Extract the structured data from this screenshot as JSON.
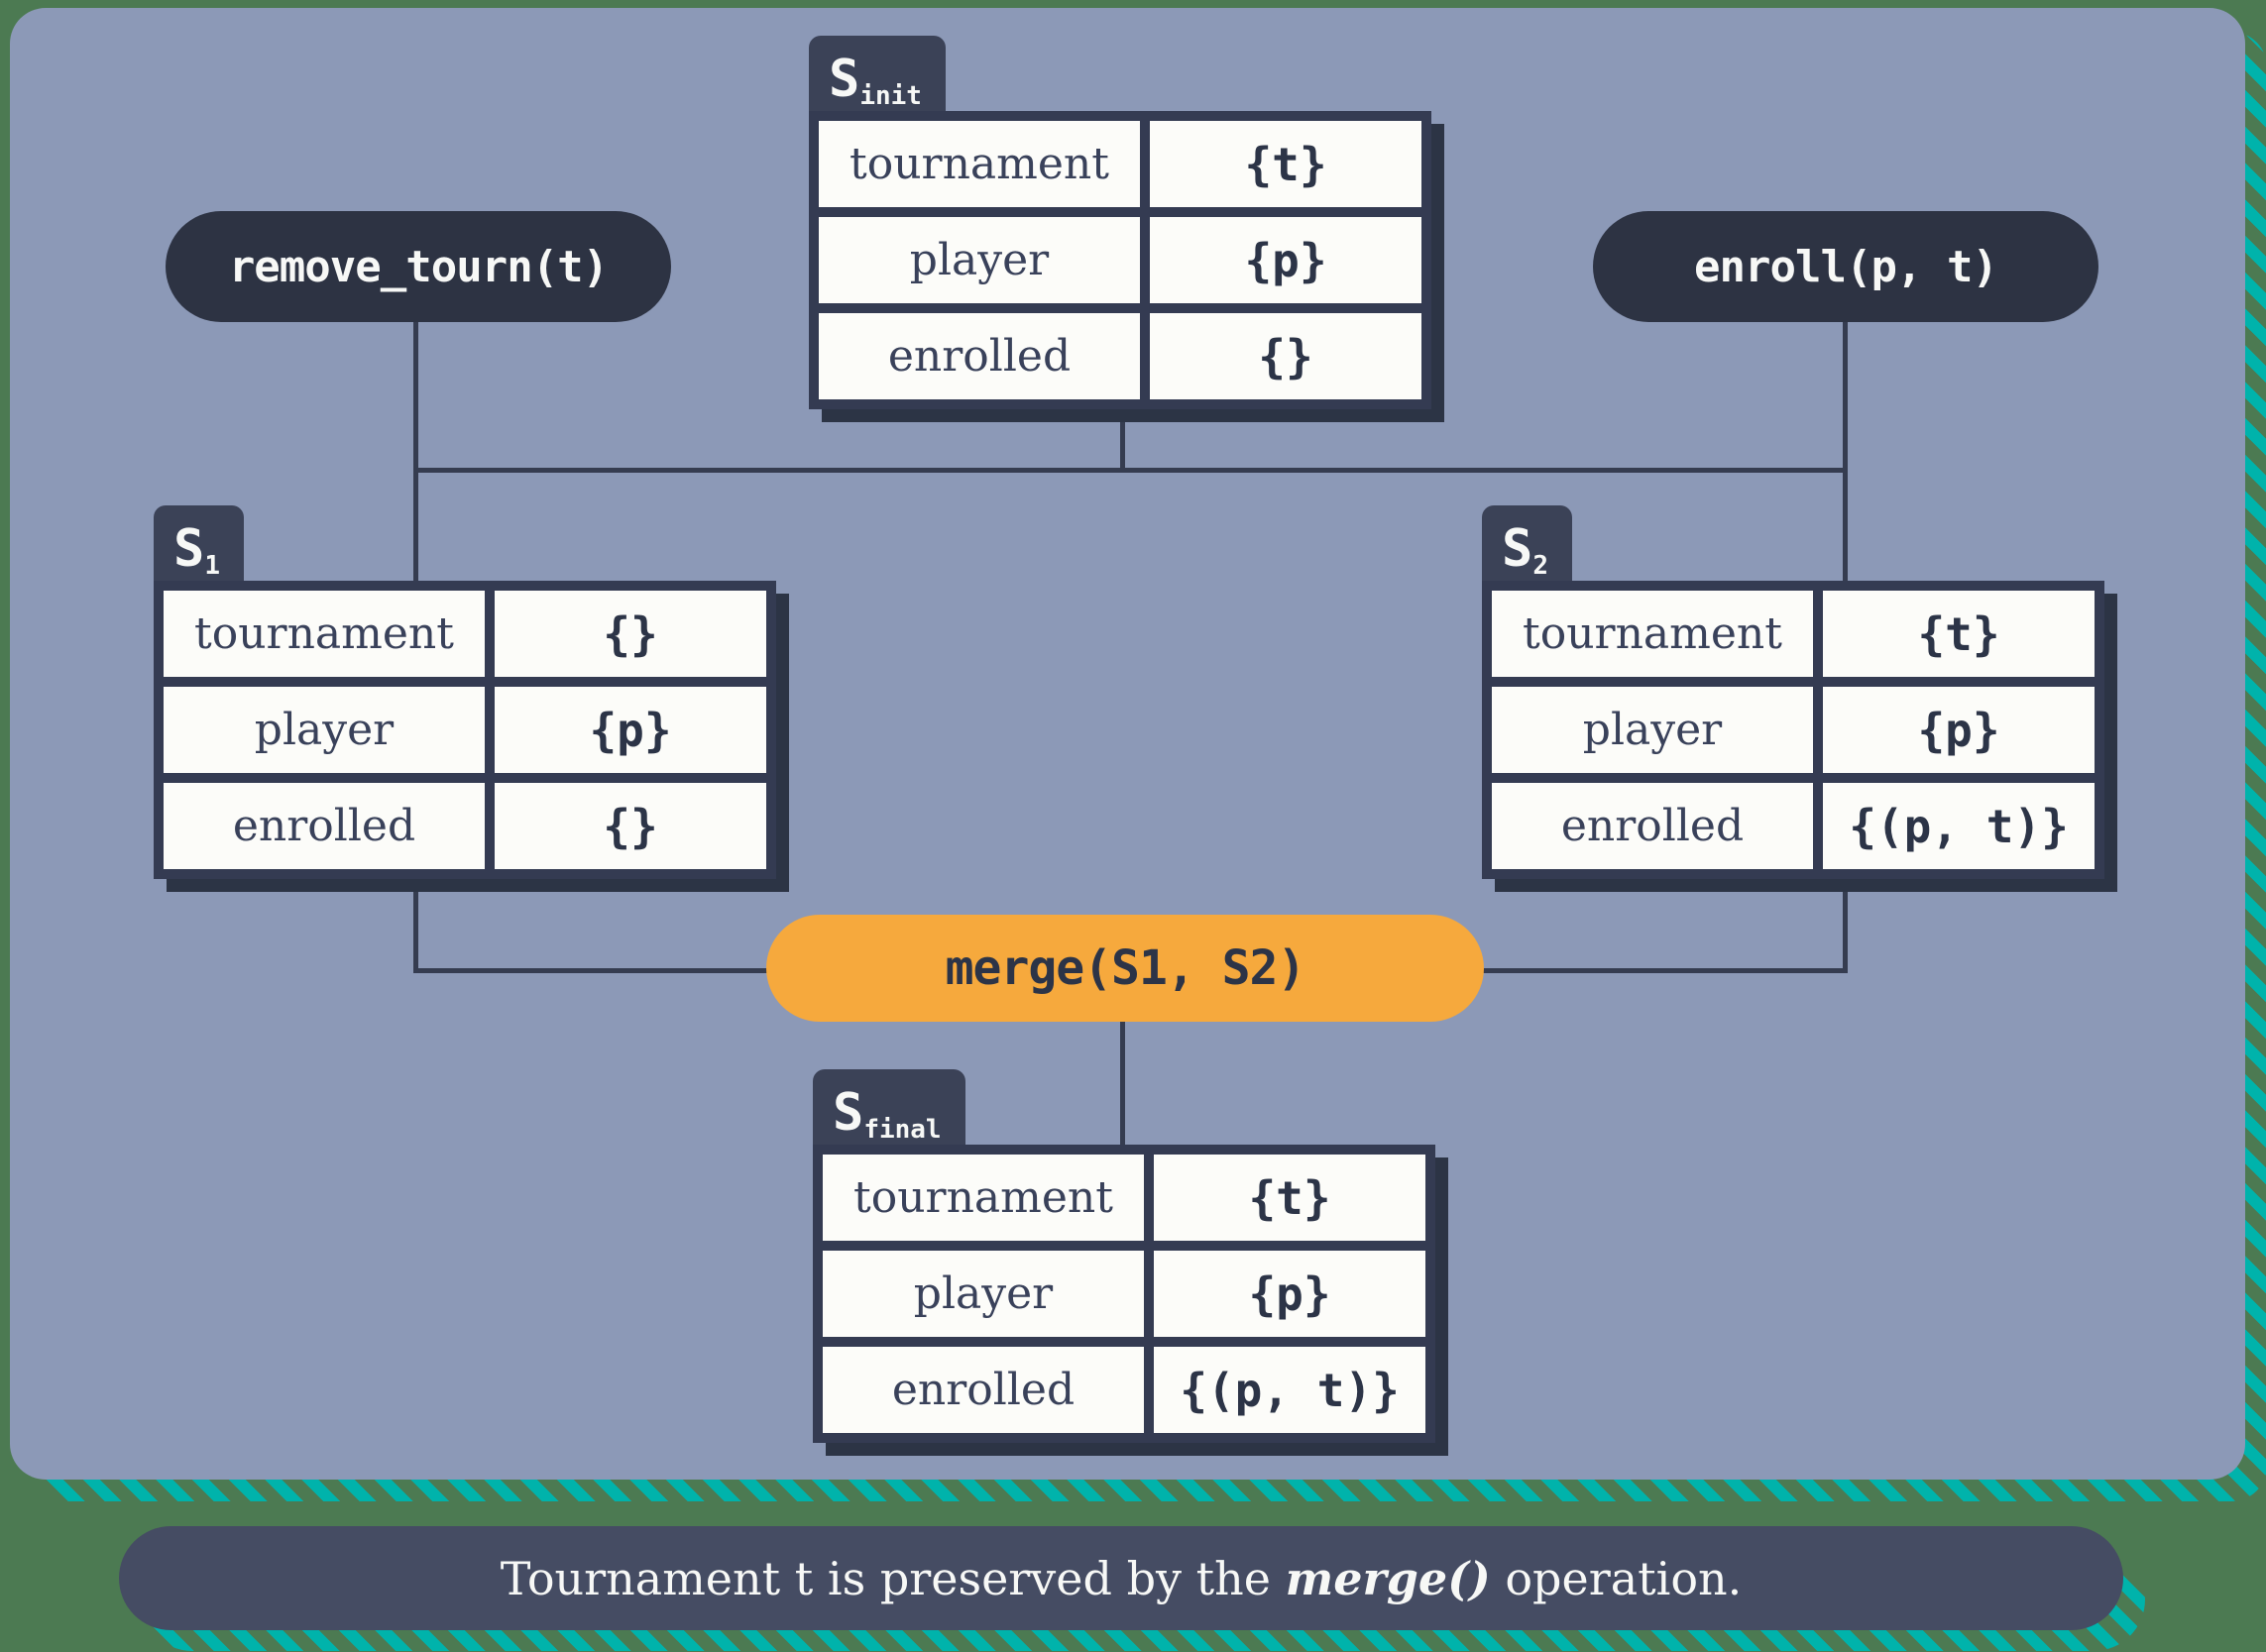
{
  "colors": {
    "background_green": "#4c7a52",
    "stripe_teal": "#00b3ab",
    "panel_blue": "#8c99b7",
    "pill_navy": "#2d3343",
    "tab_navy": "#3b4257",
    "caption_navy": "#454c63",
    "table_border": "#343b52",
    "table_shadow": "#2c3445",
    "cell_white": "#fcfcf9",
    "label_text": "#39415a",
    "value_text": "#2c3447",
    "accent_orange": "#f6a93d",
    "connector": "#353c50",
    "text_white": "#f7f8f6"
  },
  "pills": {
    "remove_label": "remove_tourn(t)",
    "enroll_label": "enroll(p, t)",
    "merge_label": "merge(S1, S2)"
  },
  "states": {
    "s_init": {
      "base": "S",
      "subscript": "init",
      "rows": [
        {
          "label": "tournament",
          "value": "{t}"
        },
        {
          "label": "player",
          "value": "{p}"
        },
        {
          "label": "enrolled",
          "value": "{}"
        }
      ]
    },
    "s1": {
      "base": "S",
      "subscript": "1",
      "rows": [
        {
          "label": "tournament",
          "value": "{}"
        },
        {
          "label": "player",
          "value": "{p}"
        },
        {
          "label": "enrolled",
          "value": "{}"
        }
      ]
    },
    "s2": {
      "base": "S",
      "subscript": "2",
      "rows": [
        {
          "label": "tournament",
          "value": "{t}"
        },
        {
          "label": "player",
          "value": "{p}"
        },
        {
          "label": "enrolled",
          "value": "{(p, t)}"
        }
      ]
    },
    "s_final": {
      "base": "S",
      "subscript": "final",
      "rows": [
        {
          "label": "tournament",
          "value": "{t}"
        },
        {
          "label": "player",
          "value": "{p}"
        },
        {
          "label": "enrolled",
          "value": "{(p, t)}"
        }
      ]
    }
  },
  "caption": {
    "prefix": "Tournament t is preserved by the ",
    "highlight": "merge()",
    "suffix": " operation."
  }
}
